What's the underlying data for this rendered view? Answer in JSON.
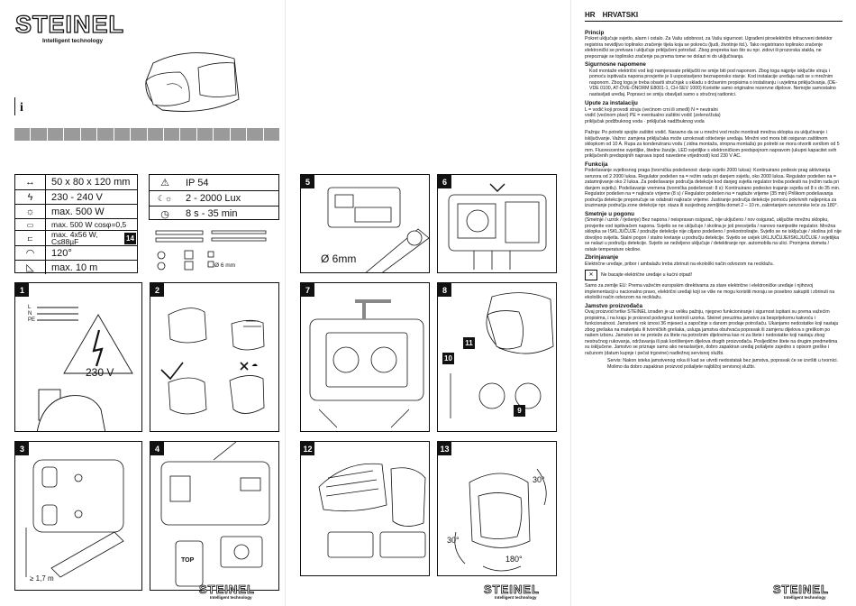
{
  "brand": {
    "name": "STEINEL",
    "tagline": "Intelligent technology"
  },
  "info_symbol": "i",
  "specs_left": [
    {
      "icon": "dimensions-icon",
      "glyph": "↔",
      "value": "50 x 80 x 120 mm"
    },
    {
      "icon": "voltage-icon",
      "glyph": "ϟ",
      "value": "230 - 240 V"
    },
    {
      "icon": "lamp-icon",
      "glyph": "☼",
      "value": "max. 500 W"
    },
    {
      "icon": "fluorescent-icon",
      "glyph": "▭",
      "value": "max. 500 W cosφ=0,5"
    },
    {
      "icon": "led-icon",
      "glyph": "⊏",
      "value": "max. 4x56 W, C≤88µF",
      "badge": "14"
    },
    {
      "icon": "detection-angle-icon",
      "glyph": "◠",
      "value": "120°"
    },
    {
      "icon": "range-icon",
      "glyph": "◺",
      "value": "max. 10 m"
    }
  ],
  "specs_right": [
    {
      "icon": "warning-triangle-icon",
      "glyph": "⚠",
      "value": "IP 54"
    },
    {
      "icon": "twilight-icon",
      "glyph": "☾☼",
      "value": "2 - 2000 Lux"
    },
    {
      "icon": "timer-icon",
      "glyph": "◷",
      "value": "8 s - 35 min"
    }
  ],
  "steps": {
    "s1": {
      "num": "1",
      "label": "230 V",
      "lines": [
        "L",
        "N",
        "PE"
      ]
    },
    "s2": {
      "num": "2"
    },
    "s3": {
      "num": "3",
      "label": "≥ 1,7 m"
    },
    "s4": {
      "num": "4",
      "label": "TOP"
    },
    "s5": {
      "num": "5",
      "label": "Ø 6mm"
    },
    "s6": {
      "num": "6"
    },
    "s7": {
      "num": "7"
    },
    "s8": {
      "num": "8",
      "badges": [
        "10",
        "11",
        "9"
      ]
    },
    "s12": {
      "num": "12"
    },
    "s13": {
      "num": "13",
      "angles": [
        "30°",
        "30°",
        "180°"
      ]
    },
    "screws_caption": "Ø 6 mm"
  },
  "manual": {
    "lang_code": "HR",
    "lang_name": "HRVATSKI",
    "sections": [
      {
        "h": "Princip",
        "p": "Pokret uključuje svjetlo, alarm i ostalo. Za Vašu udobnost, za Vašu sigurnost. Ugrađeni piroelektrični infracrveni detektor registrira nevidljivo toplinsko zračenje tijela koja se pokreću (ljudi, životinje itd.). Tako registrirano toplinsko zračenje elektronički se pretvara i uključuje priključeni potrošač. Zbog prepreka kao što su npr. zidovi ili prozorska stakla, ne prepoznaje se toplinsko zračenje pa prema tome ne dolazi ni do uključivanja."
      },
      {
        "h": "Sigurnosne napomene",
        "p": "Kod montaže električni vod koji namjeravate priključiti ne smije biti pod naponom. Zbog toga najprije isključite struju i pomoću ispitivača napona provjerite je li uspostavljeno beznaponsko stanje. Kod instalacije uređaja radi se s mrežnim naponom. Zbog toga je treba obaviti stručnjak u skladu s državnim propisima o instaliranju i uvjetima priključivanja. (DE-VDE 0100, AT-ÖVE-ÖNORM E8001-1, CH-SEV 1000) Koristite samo originalne rezervne dijelove. Nemojte samostalno nastavljati uređaj. Popravci se smiju obavljati samo u stručnoj radionici."
      },
      {
        "h": "Upute za instalaciju",
        "p": "L = vodič koji provodi struju (većinom crni ili smeđi) N = neutralni vodič (većinom plavi) PE = eventualno zaštitni vodič (zeleno/žuta) priključak podžbuknog voda · priključak nadžbuknog voda"
      },
      {
        "h": "",
        "p": "Pažnja: Po potrebi spojite zaštitni vodič. Naravno da se u mrežni vod može montirati mrežna sklopka za uključivanje i isključivanje. Važno: zamjena priključaka može uzrokovati oštećenje uređaja. Mrežni vod mora biti osiguran zaštitnom sklopkom od 10 A. Rupa za kondenziranu vodu ( zidna montaža, stropna montaža) po potrebi se mora otvoriti svrdlom od 5 mm. Fluorescentne svjetiljke, štedne žarulje, LED svjetiljke s elektroničkom predspojnom napravom (ukupni kapacitet svih priključenih predspojnih naprava ispod navedene vrijednosti) kod 230 V AC."
      },
      {
        "h": "Funkcija",
        "p": "Podešavanje svjetlosnog praga (tvornička podešenost: danje svjetlo 2000 luksa): Kontinuirano podesiv prag aktiviranja senzora od 2 2000 luksa. Regulator podešen na = režim rada pri danjem svjetlu, oko 2000 luksa. Regulator podešen na = zatamnjivanje oko 2 luksa. Za podešavanje područja detekcije kod danjeg svjetla regulator treba podesiti na (režim rada pri danjem svjetlu). Podešavanje vremena (tvornička podešenost: 8 s): Kontinuirano podesivo trajanje svjetla od 8 s do 35 min. Regulator podešen na = najkraće vrijeme (8 s) / Regulator podešen na = najduže vrijeme (35 min) Prilikom podešavanja područja detekcije preporučuje se odabrati najkraće vrijeme. Justiranje područja detekcije pomoću pokrivnih naljepnica za izuzimanje područja zone detekcije npr. staza ili susjednog zemljišta domet 2 – 10 m, zakretanjem senzorske leće za 180°."
      },
      {
        "h": "Smetnje u pogonu",
        "p": "(Smetnje / uzrok / rješenje) Bez napona / neispravan osigurač, nije uključeno / nov osigurač, uključite mrežnu sklopku, provjerite vod ispitivačem napona. Svjetlo se ne uključuje / skolina je još presvijetla / nanovo namjestite regulator. Mrežna sklopka se ISKLJUČUJE / podružje detekcije nije ciljano podešeno / prekontrolirajte. Svjetlo se ne isključuje / skolina još nije dovoljno svijetla. Stalni pogon / stalno kretanje u području detekcije. Svjetlo se uvijek UKLJUČUJE/ISKLJUČUJE / svjetiljka se nalazi u području detekcije. Svjetlo se neželjeno uključuje / detektiranje npr. automobila na ulici. Promjena dometa / ostale temperature okoline."
      },
      {
        "h": "Zbrinjavanje",
        "p": "Električne uređaje, pribor i ambalažu treba zbrinuti na ekološki način odvozom na reciklažu."
      },
      {
        "h": "",
        "p": "Ne bacajte električne uređaje u kućni otpad!"
      },
      {
        "h": "",
        "p": "Samo za zemlje EU: Prema važećim europskim direktivama za stare električne i elektroničke uređaje i njihovoj implementaciji u nacionalno pravo, električni uređaji koji se više ne mogu koristiti moraju se posebno sakupiti i zbrinuti na ekološki način odvozom na reciklažu."
      },
      {
        "h": "Jamstvo proizvođača",
        "p": "Ovaj proizvod tvrtke STEINEL izrađen je uz veliku pažnju, njegovo funkcioniranje i sigurnost ispitani su prema važećim propisima, i na kraju je proizvod podvrgnut kontroli uzorka. Steinel preuzima jamstvo za besprijekornu kakvoću i funkcionalnost. Jamstveni rok iznosi 36 mjeseci a započinje s danom prodaje potrošaču. Ukanjamo nedostatke koji nastaju zbog grešaka na materijalu ili tvorničkih grešaka, usluga jamstva obuhvaća popravak ili zamjenu dijelova s greškom po našem izboru. Jamstvo se ne proteže za štete na potrošnim dijelovima kao ni za štete i nedostatke koji nastaju zbog nestručnog rukovanja, održavanja ili pak korištenjem dijelova drugih proizvođača. Posljedične štete na drugim predmetima su isključene. Jamstvo se priznaje samo ako neraslavljen, dobro zapakiran uređaj pošaljete zajedno s opisom greške i računom (datum kupnje i pečat trgovine) nadležnoj servisnoj službi."
      },
      {
        "h": "",
        "p": "Servis: Nakon isteka jamstvenog roka ili kad se utvrdi nedostatak bez jamstva, popravak će se izvršiti u tvornici. Molimo da dobro zapakiran proizvod pošaljete najbližoj servisnoj službi."
      }
    ]
  }
}
